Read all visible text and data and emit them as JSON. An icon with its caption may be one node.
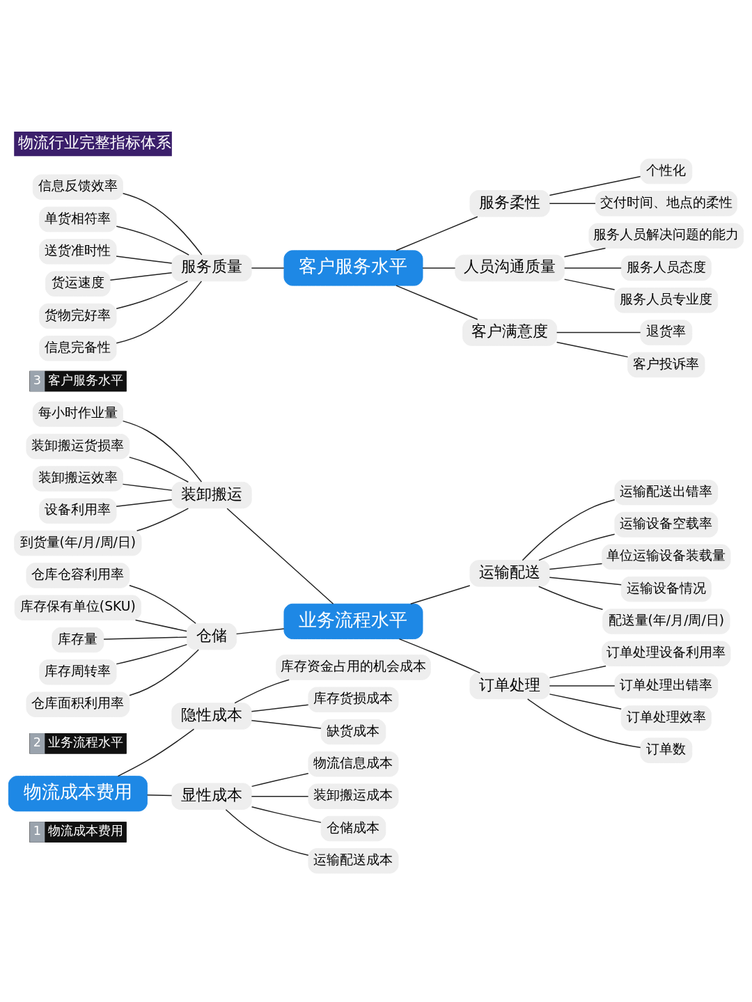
{
  "diagram": {
    "title": "物流行业完整指标体系",
    "nodes": [
      {
        "text": [
          "1",
          "物流成本费用"
        ]
      },
      {
        "text": [
          "物流成本费用"
        ]
      },
      {
        "text": [
          "显性成本"
        ]
      },
      {
        "text": [
          "运输配送成本"
        ]
      },
      {
        "text": [
          "仓储成本"
        ]
      },
      {
        "text": [
          "装卸搬运成本"
        ]
      },
      {
        "text": [
          "物流信息成本"
        ]
      },
      {
        "text": [
          "隐性成本"
        ]
      },
      {
        "text": [
          "缺货成本"
        ]
      },
      {
        "text": [
          "库存货损成本"
        ]
      },
      {
        "text": [
          "库存资金占用的机会成本"
        ]
      },
      {
        "text": [
          "2",
          "业务流程水平"
        ]
      },
      {
        "text": [
          "业务流程水平"
        ]
      },
      {
        "text": [
          "仓储"
        ]
      },
      {
        "text": [
          "仓库仓容利用率"
        ]
      },
      {
        "text": [
          "仓库面积利用率"
        ]
      },
      {
        "text": [
          "库存周转率"
        ]
      },
      {
        "text": [
          "库存量"
        ]
      },
      {
        "text": [
          "库存保有单位(SKU)"
        ]
      },
      {
        "text": [
          "装卸搬运"
        ]
      },
      {
        "text": [
          "到货量(年/月/周/日)"
        ]
      },
      {
        "text": [
          "设备利用率"
        ]
      },
      {
        "text": [
          "装卸搬运效率"
        ]
      },
      {
        "text": [
          "装卸搬运货损率"
        ]
      },
      {
        "text": [
          "每小时作业量"
        ]
      },
      {
        "text": [
          "订单处理"
        ]
      },
      {
        "text": [
          "订单数"
        ]
      },
      {
        "text": [
          "订单处理效率"
        ]
      },
      {
        "text": [
          "订单处理出错率"
        ]
      },
      {
        "text": [
          "订单处理设备利用率"
        ]
      },
      {
        "text": [
          "运输配送"
        ]
      },
      {
        "text": [
          "配送量(年/月/周/日)"
        ]
      },
      {
        "text": [
          "运输设备情况"
        ]
      },
      {
        "text": [
          "单位运输设备装载量"
        ]
      },
      {
        "text": [
          "运输设备空载率"
        ]
      },
      {
        "text": [
          "运输配送出错率"
        ]
      },
      {
        "text": [
          "3",
          "客户服务水平"
        ]
      },
      {
        "text": [
          "客户服务水平"
        ]
      },
      {
        "text": [
          "客户满意度"
        ]
      },
      {
        "text": [
          "客户投诉率"
        ]
      },
      {
        "text": [
          "退货率"
        ]
      },
      {
        "text": [
          "人员沟通质量"
        ]
      },
      {
        "text": [
          "服务人员专业度"
        ]
      },
      {
        "text": [
          "服务人员态度"
        ]
      },
      {
        "text": [
          "服务人员解决问题的能力"
        ]
      },
      {
        "text": [
          "服务柔性"
        ]
      },
      {
        "text": [
          "交付时间、地点的柔性"
        ]
      },
      {
        "text": [
          "个性化"
        ]
      },
      {
        "text": [
          "服务质量"
        ]
      },
      {
        "text": [
          "信息反馈效率"
        ]
      },
      {
        "text": [
          "信息完备性"
        ]
      },
      {
        "text": [
          "货物完好率"
        ]
      },
      {
        "text": [
          "货运速度"
        ]
      },
      {
        "text": [
          "送货准时性"
        ]
      },
      {
        "text": [
          "单货相符率"
        ]
      }
    ],
    "edges": [
      {
        "from": 1,
        "to": 2,
        "arrow": "none"
      },
      {
        "from": 2,
        "to": 3,
        "arrow": "none"
      },
      {
        "from": 2,
        "to": 4,
        "arrow": "none"
      },
      {
        "from": 2,
        "to": 5,
        "arrow": "none"
      },
      {
        "from": 2,
        "to": 6,
        "arrow": "none"
      },
      {
        "from": 1,
        "to": 7,
        "arrow": "none"
      },
      {
        "from": 7,
        "to": 8,
        "arrow": "none"
      },
      {
        "from": 7,
        "to": 9,
        "arrow": "none"
      },
      {
        "from": 7,
        "to": 10,
        "arrow": "none"
      },
      {
        "from": 12,
        "to": 13,
        "arrow": "none"
      },
      {
        "from": 13,
        "to": 14,
        "arrow": "none"
      },
      {
        "from": 13,
        "to": 15,
        "arrow": "none"
      },
      {
        "from": 13,
        "to": 16,
        "arrow": "none"
      },
      {
        "from": 13,
        "to": 17,
        "arrow": "none"
      },
      {
        "from": 13,
        "to": 18,
        "arrow": "none"
      },
      {
        "from": 12,
        "to": 19,
        "arrow": "none"
      },
      {
        "from": 19,
        "to": 20,
        "arrow": "none"
      },
      {
        "from": 19,
        "to": 21,
        "arrow": "none"
      },
      {
        "from": 19,
        "to": 22,
        "arrow": "none"
      },
      {
        "from": 19,
        "to": 23,
        "arrow": "none"
      },
      {
        "from": 19,
        "to": 24,
        "arrow": "none"
      },
      {
        "from": 12,
        "to": 25,
        "arrow": "none"
      },
      {
        "from": 25,
        "to": 26,
        "arrow": "none"
      },
      {
        "from": 25,
        "to": 27,
        "arrow": "none"
      },
      {
        "from": 25,
        "to": 28,
        "arrow": "none"
      },
      {
        "from": 25,
        "to": 29,
        "arrow": "none"
      },
      {
        "from": 12,
        "to": 30,
        "arrow": "none"
      },
      {
        "from": 30,
        "to": 31,
        "arrow": "none"
      },
      {
        "from": 30,
        "to": 32,
        "arrow": "none"
      },
      {
        "from": 30,
        "to": 33,
        "arrow": "none"
      },
      {
        "from": 30,
        "to": 34,
        "arrow": "none"
      },
      {
        "from": 30,
        "to": 35,
        "arrow": "none"
      },
      {
        "from": 37,
        "to": 38,
        "arrow": "none"
      },
      {
        "from": 38,
        "to": 39,
        "arrow": "none"
      },
      {
        "from": 38,
        "to": 40,
        "arrow": "none"
      },
      {
        "from": 37,
        "to": 41,
        "arrow": "none"
      },
      {
        "from": 41,
        "to": 42,
        "arrow": "none"
      },
      {
        "from": 41,
        "to": 43,
        "arrow": "none"
      },
      {
        "from": 41,
        "to": 44,
        "arrow": "none"
      },
      {
        "from": 37,
        "to": 45,
        "arrow": "none"
      },
      {
        "from": 45,
        "to": 46,
        "arrow": "none"
      },
      {
        "from": 45,
        "to": 47,
        "arrow": "none"
      },
      {
        "from": 37,
        "to": 48,
        "arrow": "none"
      },
      {
        "from": 48,
        "to": 49,
        "arrow": "none"
      },
      {
        "from": 48,
        "to": 50,
        "arrow": "none"
      },
      {
        "from": 48,
        "to": 51,
        "arrow": "none"
      },
      {
        "from": 48,
        "to": 52,
        "arrow": "none"
      },
      {
        "from": 48,
        "to": 53,
        "arrow": "none"
      },
      {
        "from": 48,
        "to": 54,
        "arrow": "none"
      }
    ]
  }
}
